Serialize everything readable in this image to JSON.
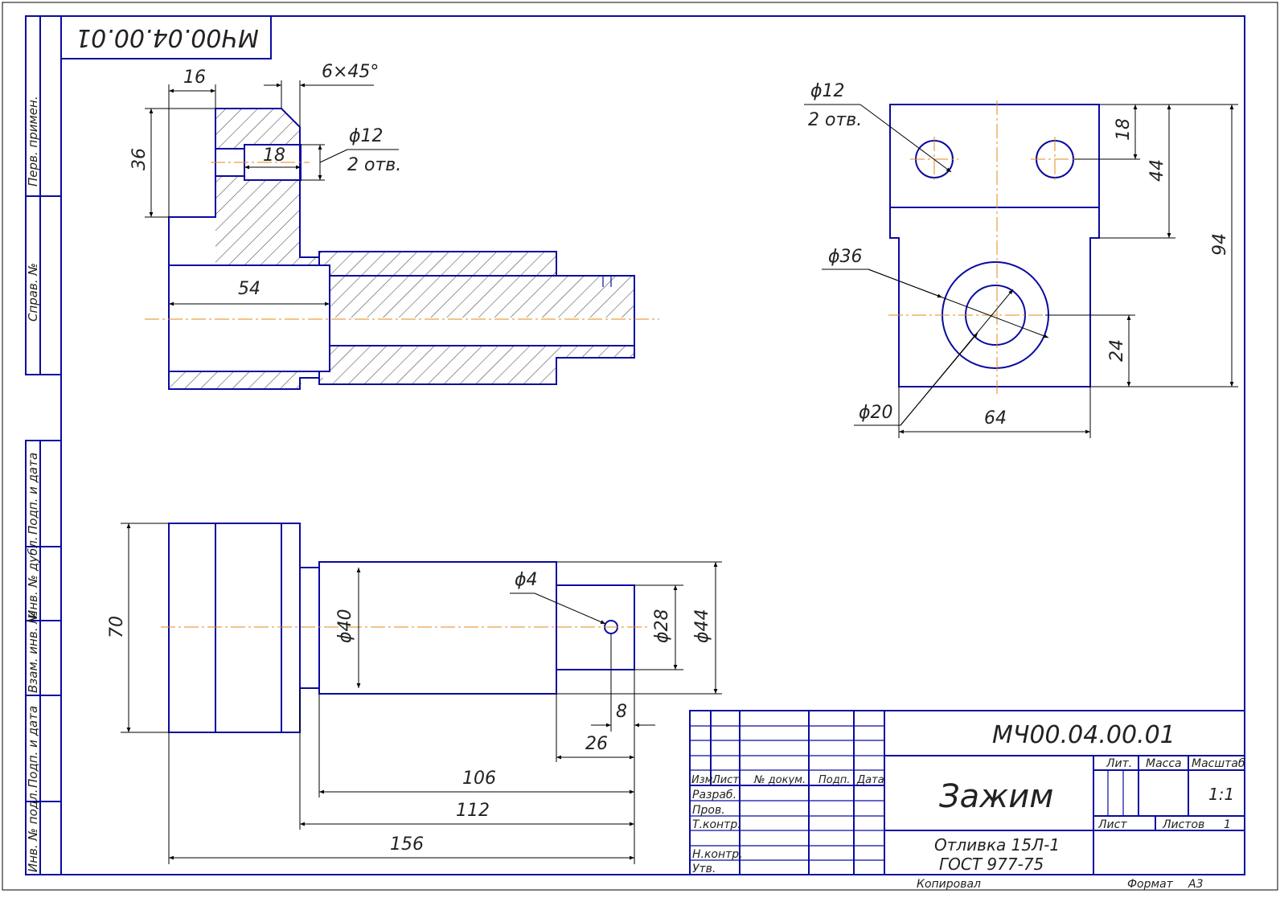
{
  "drawing_number": "МЧ00.04.00.01",
  "title": "Зажим",
  "material_line1": "Отливка 15Л-1",
  "material_line2": "ГОСТ 977-75",
  "scale": "1:1",
  "sheets": "1",
  "copied_label": "Копировал",
  "format_label": "Формат",
  "format_value": "А3",
  "titleblock": {
    "lit": "Лит.",
    "mass": "Масса",
    "scale_h": "Масштаб",
    "sheet": "Лист",
    "sheets_h": "Листов",
    "izm": "Изм.",
    "list": "Лист",
    "doc": "№ докум.",
    "sign": "Подп.",
    "date": "Дата",
    "razrab": "Разраб.",
    "prov": "Пров.",
    "tkontr": "Т.контр.",
    "nkontr": "Н.контр.",
    "utv": "Утв."
  },
  "side_labels": {
    "perv": "Перв. примен.",
    "sprav": "Справ. №",
    "podp1": "Подп. и дата",
    "inv_dubl": "Инв. № дубл.",
    "vzam": "Взам. инв. №",
    "podp2": "Подп. и дата",
    "inv_podl": "Инв. № подл."
  },
  "dims": {
    "d16": "16",
    "d36": "36",
    "chamfer": "6×45°",
    "phi12a": "ϕ12",
    "otv2a": "2 отв.",
    "d18a": "18",
    "d54": "54",
    "phi12b": "ϕ12",
    "otv2b": "2 отв.",
    "d18b": "18",
    "d44": "44",
    "d94": "94",
    "phi36": "ϕ36",
    "d24": "24",
    "phi20": "ϕ20",
    "d64": "64",
    "d70": "70",
    "phi40": "ϕ40",
    "phi4": "ϕ4",
    "phi28": "ϕ28",
    "phi44": "ϕ44",
    "d8": "8",
    "d26": "26",
    "d106": "106",
    "d112": "112",
    "d156": "156"
  }
}
